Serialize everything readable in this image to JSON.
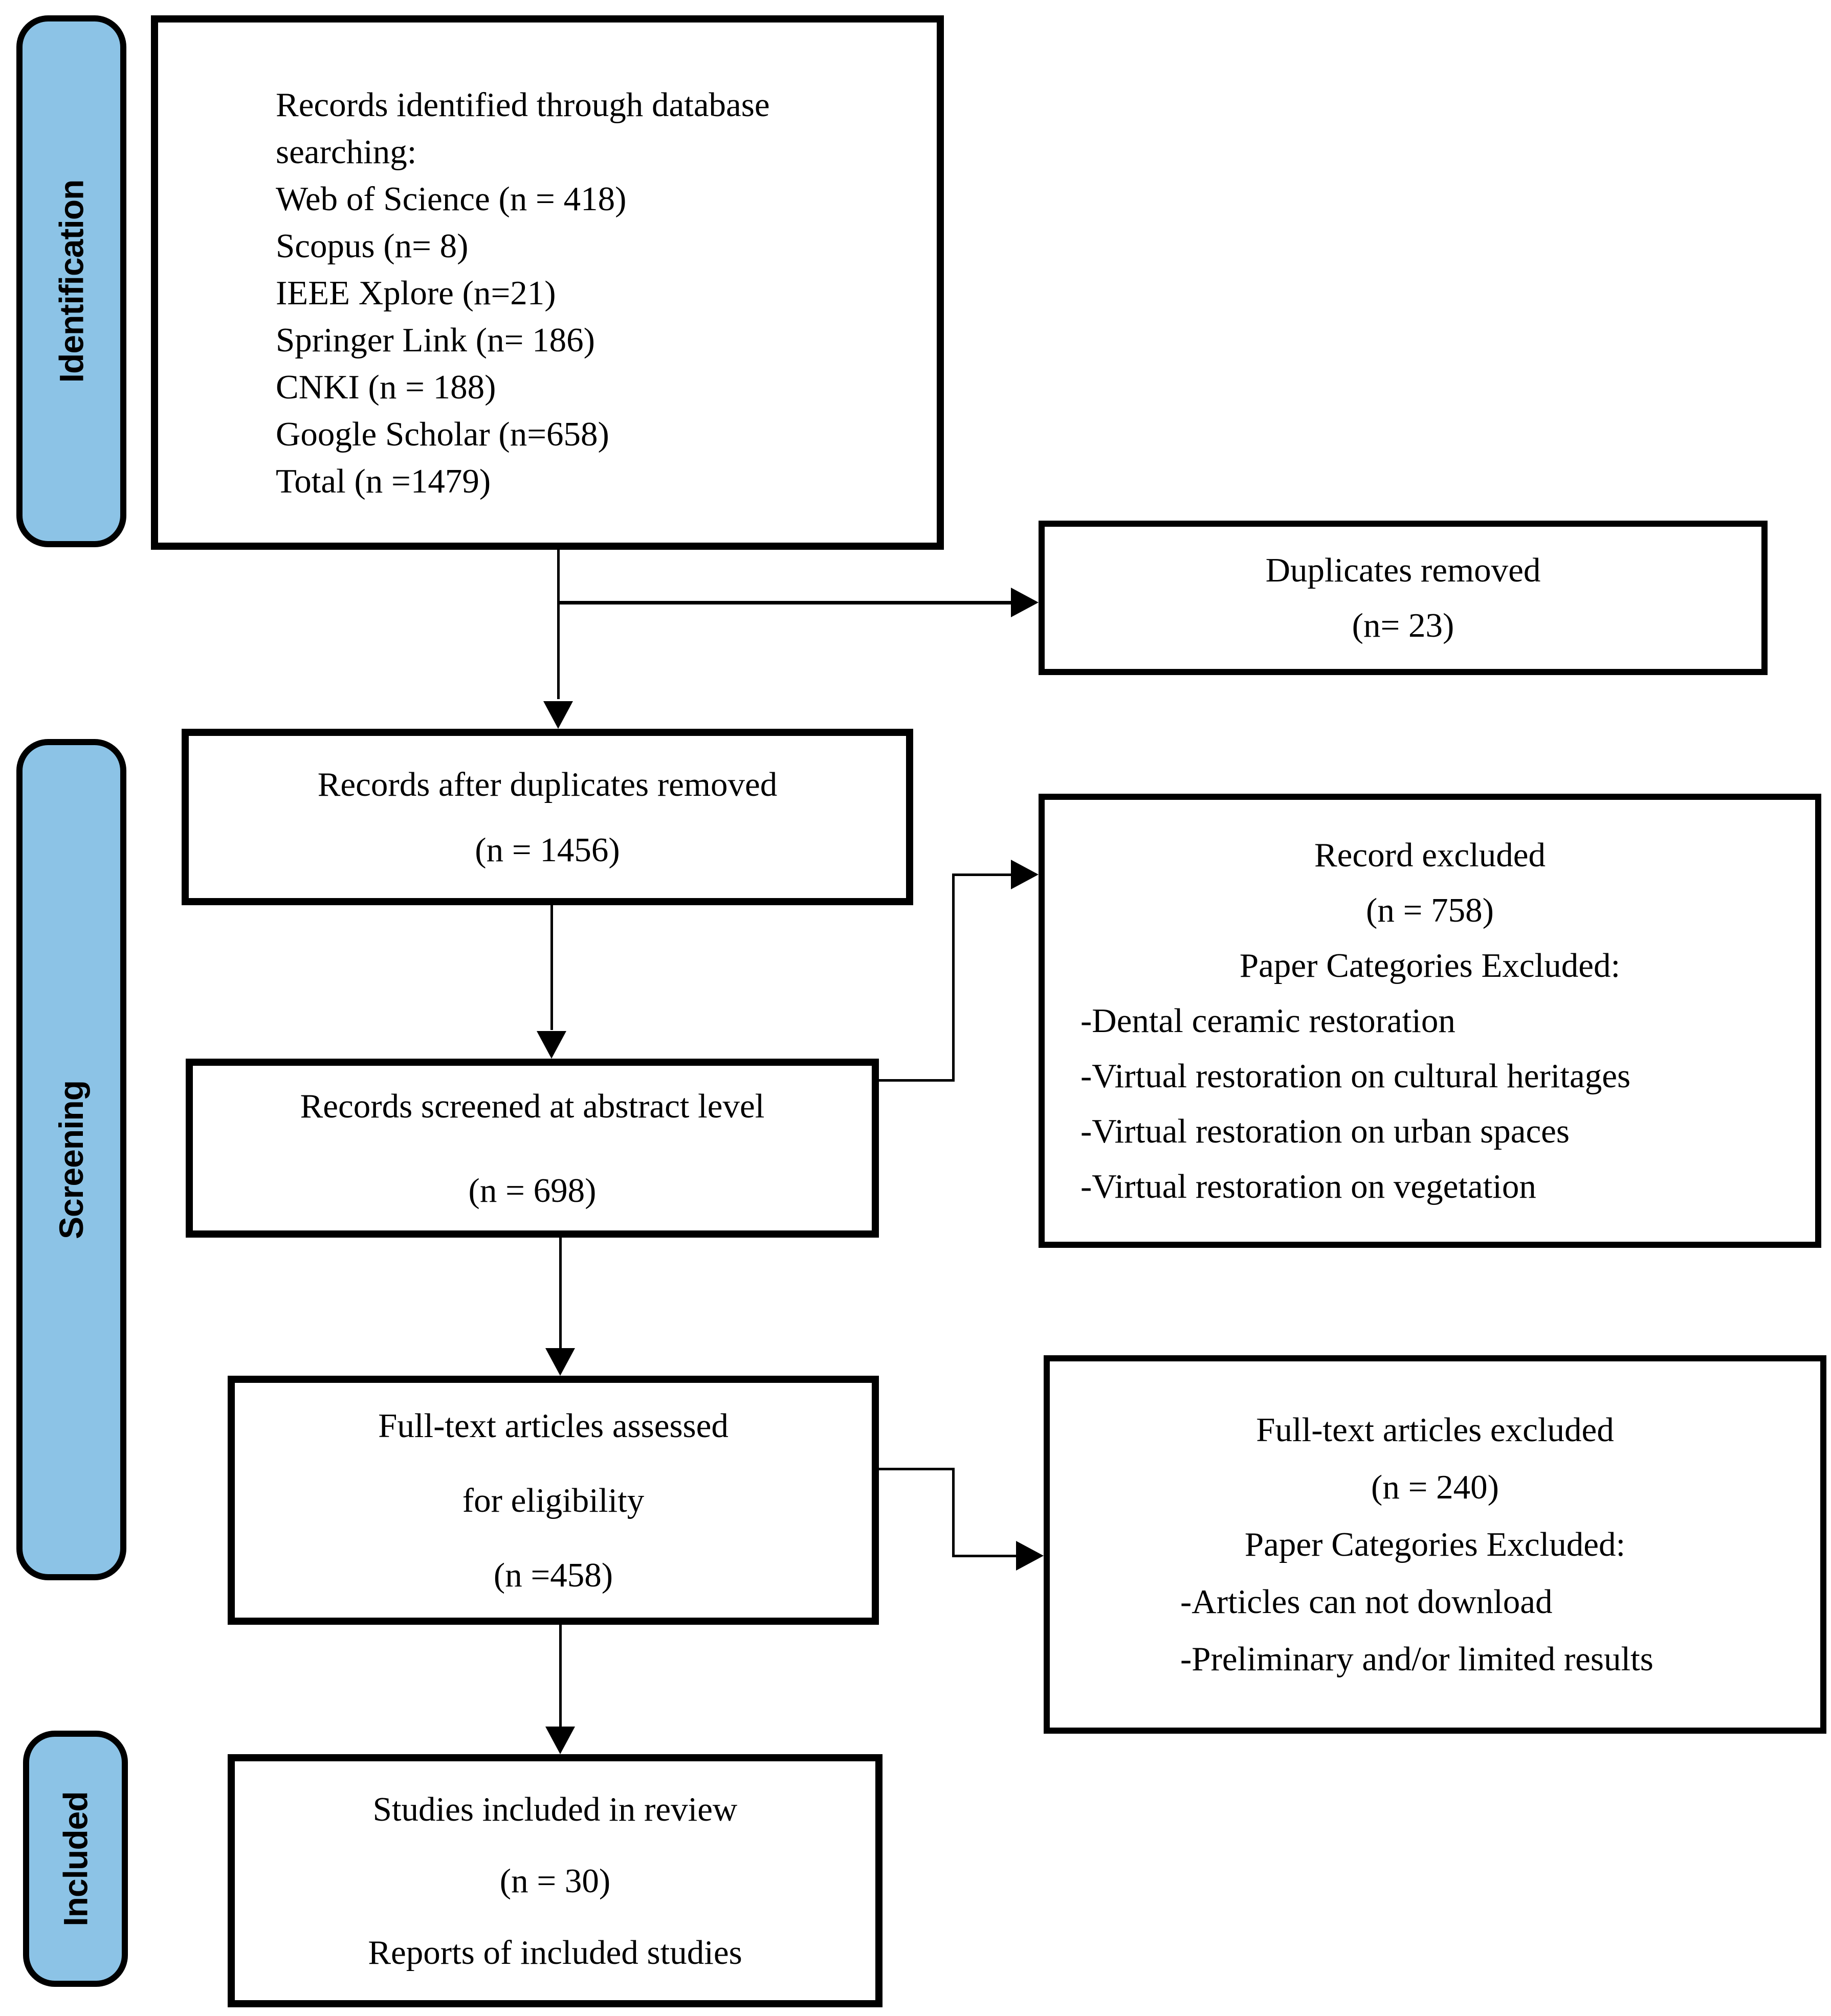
{
  "colors": {
    "stage_fill": "#8CC3E6",
    "line": "#000000",
    "box_background": "#FFFFFF",
    "text": "#000000"
  },
  "stages": [
    {
      "label": "Identification"
    },
    {
      "label": "Screening"
    },
    {
      "label": "Included"
    }
  ],
  "boxes": {
    "identified": {
      "lines": [
        "Records identified through database",
        "searching:",
        "Web of Science (n = 418)",
        "Scopus (n= 8)",
        "IEEE Xplore (n=21)",
        "Springer Link (n= 186)",
        "CNKI (n = 188)",
        "Google Scholar (n=658)",
        "Total (n =1479)"
      ]
    },
    "duplicates_removed": {
      "lines": [
        "Duplicates removed",
        "(n= 23)"
      ]
    },
    "after_duplicates": {
      "lines": [
        "Records after duplicates removed",
        "(n = 1456)"
      ]
    },
    "records_excluded": {
      "lines": [
        "Record excluded",
        "(n = 758)",
        "Paper Categories Excluded:"
      ],
      "bullets": [
        "-Dental ceramic restoration",
        "-Virtual restoration on cultural heritages",
        "-Virtual restoration on urban spaces",
        "-Virtual restoration on vegetation"
      ]
    },
    "screened": {
      "lines": [
        "Records screened at abstract level",
        "(n = 698)"
      ]
    },
    "fulltext_assessed": {
      "lines": [
        "Full-text articles assessed",
        "for eligibility",
        "(n =458)"
      ]
    },
    "fulltext_excluded": {
      "lines": [
        "Full-text articles excluded",
        "(n = 240)",
        "Paper Categories Excluded:"
      ],
      "bullets": [
        "-Articles can not download",
        "-Preliminary and/or limited results"
      ]
    },
    "included_review": {
      "lines": [
        "Studies included in review",
        "(n = 30)",
        "Reports of included studies"
      ]
    }
  }
}
